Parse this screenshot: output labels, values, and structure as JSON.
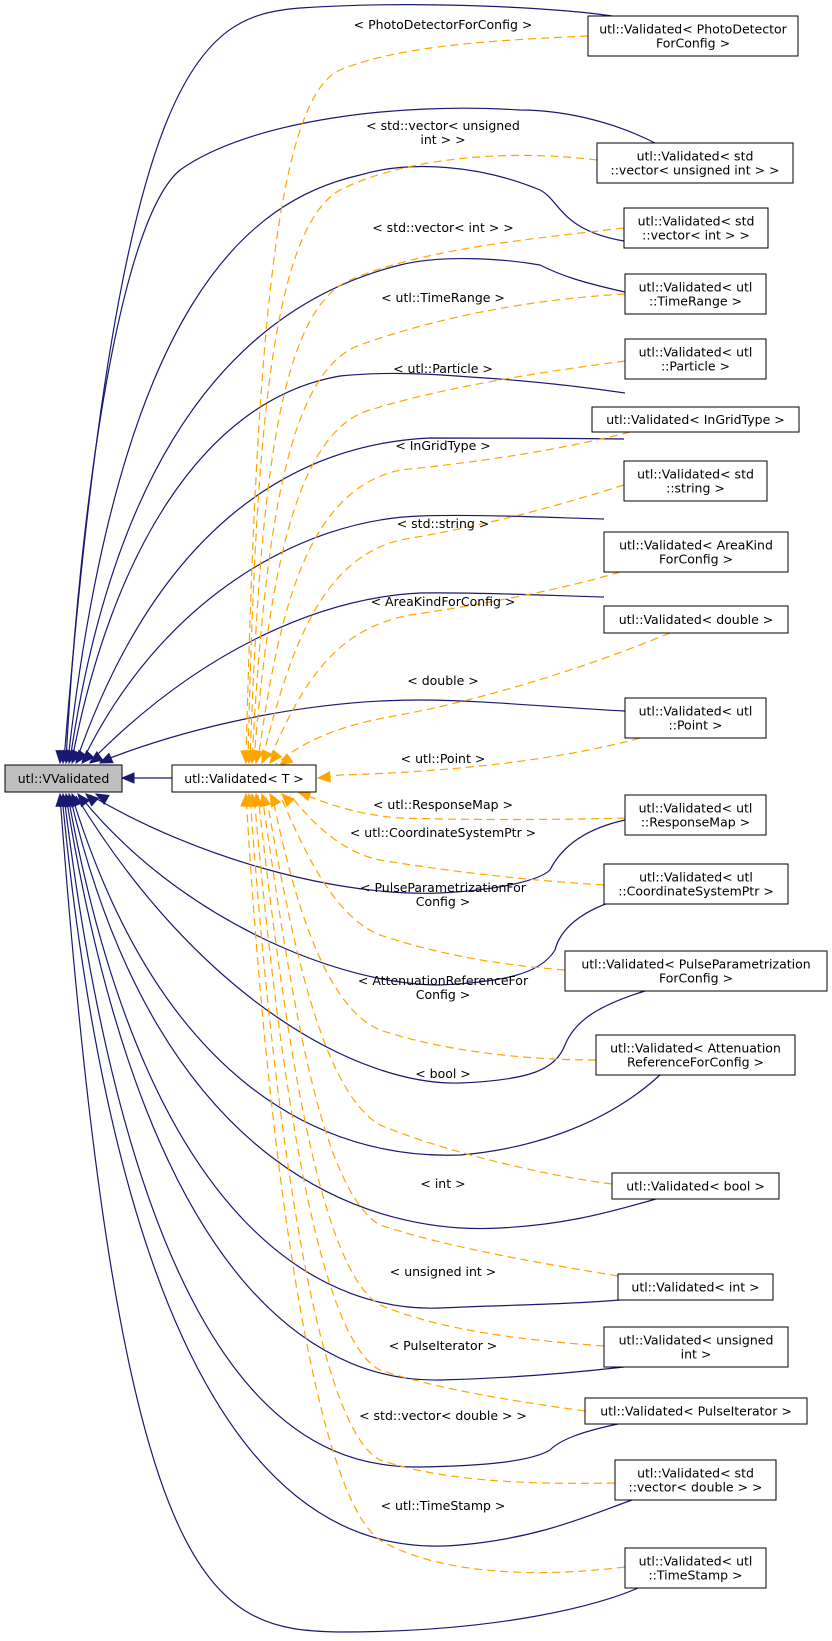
{
  "diagram": {
    "type": "inheritance-graph",
    "colors": {
      "inheritance_edge": "#191970",
      "template_edge": "#ffa500",
      "base_node_fill": "#bfbfbf",
      "node_fill": "#ffffff",
      "node_border": "#000000"
    },
    "base_node": {
      "id": "vvalidated",
      "label": [
        "utl::VValidated"
      ]
    },
    "template_node": {
      "id": "validated-t",
      "label": [
        "utl::Validated< T >"
      ]
    },
    "specializations": [
      {
        "id": "photodetector",
        "label": [
          "utl::Validated< PhotoDetector",
          "ForConfig >"
        ],
        "edge_label": [
          "< PhotoDetectorForConfig >"
        ]
      },
      {
        "id": "vector-uint",
        "label": [
          "utl::Validated< std",
          "::vector< unsigned int > >"
        ],
        "edge_label": [
          "< std::vector< unsigned",
          "int > >"
        ]
      },
      {
        "id": "vector-int",
        "label": [
          "utl::Validated< std",
          "::vector< int > >"
        ],
        "edge_label": [
          "< std::vector< int > >"
        ]
      },
      {
        "id": "timerange",
        "label": [
          "utl::Validated< utl",
          "::TimeRange >"
        ],
        "edge_label": [
          "< utl::TimeRange >"
        ]
      },
      {
        "id": "particle",
        "label": [
          "utl::Validated< utl",
          "::Particle >"
        ],
        "edge_label": [
          "< utl::Particle >"
        ]
      },
      {
        "id": "ingridtype",
        "label": [
          "utl::Validated< InGridType >"
        ],
        "edge_label": [
          "< InGridType >"
        ]
      },
      {
        "id": "string",
        "label": [
          "utl::Validated< std",
          "::string >"
        ],
        "edge_label": [
          "< std::string >"
        ]
      },
      {
        "id": "areakind",
        "label": [
          "utl::Validated< AreaKind",
          "ForConfig >"
        ],
        "edge_label": [
          "< AreaKindForConfig >"
        ]
      },
      {
        "id": "double",
        "label": [
          "utl::Validated< double >"
        ],
        "edge_label": [
          "< double >"
        ]
      },
      {
        "id": "point",
        "label": [
          "utl::Validated< utl",
          "::Point >"
        ],
        "edge_label": [
          "< utl::Point >"
        ]
      },
      {
        "id": "responsemap",
        "label": [
          "utl::Validated< utl",
          "::ResponseMap >"
        ],
        "edge_label": [
          "< utl::ResponseMap >"
        ]
      },
      {
        "id": "coordsys",
        "label": [
          "utl::Validated< utl",
          "::CoordinateSystemPtr >"
        ],
        "edge_label": [
          "< utl::CoordinateSystemPtr >"
        ]
      },
      {
        "id": "pulseparam",
        "label": [
          "utl::Validated< PulseParametrization",
          "ForConfig >"
        ],
        "edge_label": [
          "< PulseParametrizationFor",
          "Config >"
        ]
      },
      {
        "id": "attenuation",
        "label": [
          "utl::Validated< Attenuation",
          "ReferenceForConfig >"
        ],
        "edge_label": [
          "< AttenuationReferenceFor",
          "Config >"
        ]
      },
      {
        "id": "bool",
        "label": [
          "utl::Validated< bool >"
        ],
        "edge_label": [
          "< bool >"
        ]
      },
      {
        "id": "int",
        "label": [
          "utl::Validated< int >"
        ],
        "edge_label": [
          "< int >"
        ]
      },
      {
        "id": "uint",
        "label": [
          "utl::Validated< unsigned",
          "int >"
        ],
        "edge_label": [
          "< unsigned int >"
        ]
      },
      {
        "id": "pulseiterator",
        "label": [
          "utl::Validated< PulseIterator >"
        ],
        "edge_label": [
          "< PulseIterator >"
        ]
      },
      {
        "id": "vector-double",
        "label": [
          "utl::Validated< std",
          "::vector< double > >"
        ],
        "edge_label": [
          "< std::vector< double > >"
        ]
      },
      {
        "id": "timestamp",
        "label": [
          "utl::Validated< utl",
          "::TimeStamp >"
        ],
        "edge_label": [
          "< utl::TimeStamp >"
        ]
      }
    ]
  }
}
